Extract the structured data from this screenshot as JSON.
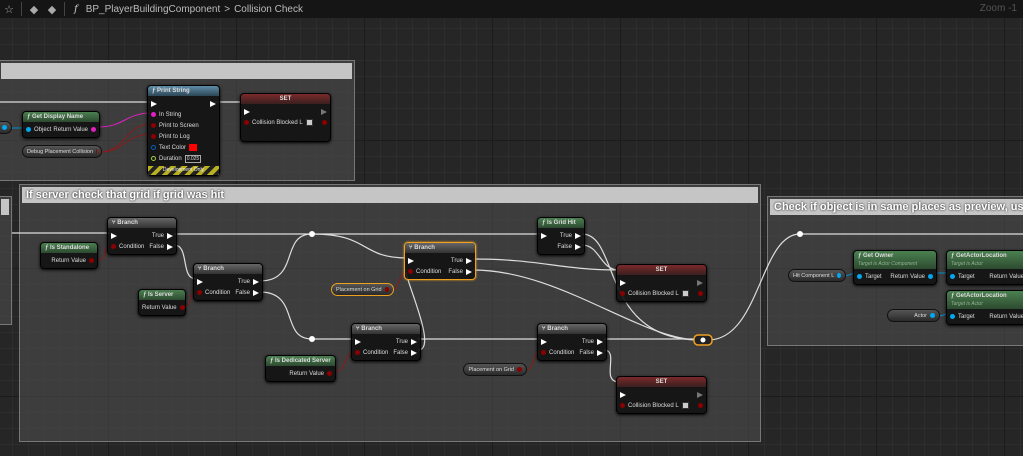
{
  "toolbar": {
    "breadcrumb_graph": "BP_PlayerBuildingComponent",
    "breadcrumb_sep": ">",
    "breadcrumb_function": "Collision Check",
    "zoom": "Zoom -1",
    "icons": [
      "star-icon",
      "back-arrow-icon",
      "forward-arrow-icon",
      "function-icon"
    ]
  },
  "comments": {
    "top": {
      "title": ""
    },
    "middle": {
      "title": "If server check that grid if grid was hit"
    },
    "left": {
      "title": ""
    },
    "right": {
      "title": "Check if object is in same places as preview, used to hi"
    }
  },
  "colors": {
    "exec": "#ffffff",
    "bool": "#8b0000",
    "string": "#e020c0",
    "object": "#00a8f0",
    "vector": "#f0c000",
    "float": "#9fd040",
    "struct": "#0060c0"
  },
  "nodes": [
    {
      "id": "print",
      "kind": "print",
      "title": "Print String",
      "inputs": [
        {
          "label": "",
          "pin": "exec"
        },
        {
          "label": "In String",
          "pin": "string"
        },
        {
          "label": "Print to Screen",
          "pin": "bool"
        },
        {
          "label": "Print to Log",
          "pin": "bool"
        },
        {
          "label": "Text Color",
          "pin": "struct",
          "extra": "swatch"
        },
        {
          "label": "Duration",
          "pin": "float",
          "extra": "0.025"
        }
      ],
      "outputs": [
        {
          "label": "",
          "pin": "exec"
        }
      ],
      "footer": "Development Only"
    },
    {
      "id": "set1",
      "kind": "set",
      "title": "SET",
      "inputs": [
        {
          "label": "",
          "pin": "exec"
        },
        {
          "label": "Collision Blocked L",
          "pin": "bool",
          "extra": "check"
        }
      ],
      "outputs": [
        {
          "label": "",
          "pin": "execo"
        },
        {
          "label": "",
          "pin": "bool"
        },
        {
          "label": "",
          "pin": "none"
        }
      ]
    },
    {
      "id": "gdn",
      "kind": "func",
      "title": "Get Display Name",
      "inputs": [
        {
          "label": "Object",
          "pin": "object"
        }
      ],
      "outputs": [
        {
          "label": "Return Value",
          "pin": "string"
        }
      ]
    },
    {
      "id": "br1",
      "kind": "branch",
      "title": "Branch",
      "inputs": [
        {
          "label": "",
          "pin": "exec"
        },
        {
          "label": "Condition",
          "pin": "bool"
        }
      ],
      "outputs": [
        {
          "label": "True",
          "pin": "exec"
        },
        {
          "label": "False",
          "pin": "exec"
        }
      ]
    },
    {
      "id": "isSA",
      "kind": "func",
      "title": "Is Standalone",
      "inputs": [],
      "outputs": [
        {
          "label": "Return Value",
          "pin": "bool"
        }
      ]
    },
    {
      "id": "br2",
      "kind": "branch",
      "title": "Branch",
      "inputs": [
        {
          "label": "",
          "pin": "exec"
        },
        {
          "label": "Condition",
          "pin": "bool"
        }
      ],
      "outputs": [
        {
          "label": "True",
          "pin": "exec"
        },
        {
          "label": "False",
          "pin": "exec"
        }
      ]
    },
    {
      "id": "isS",
      "kind": "func",
      "title": "Is Server",
      "inputs": [],
      "outputs": [
        {
          "label": "Return Value",
          "pin": "bool"
        }
      ]
    },
    {
      "id": "br3",
      "kind": "branch",
      "title": "Branch",
      "sel": true,
      "inputs": [
        {
          "label": "",
          "pin": "exec"
        },
        {
          "label": "Condition",
          "pin": "bool"
        }
      ],
      "outputs": [
        {
          "label": "True",
          "pin": "exec"
        },
        {
          "label": "False",
          "pin": "exec"
        }
      ]
    },
    {
      "id": "igh",
      "kind": "func",
      "title": "Is Grid Hit",
      "inputs": [
        {
          "label": "",
          "pin": "exec"
        }
      ],
      "outputs": [
        {
          "label": "True",
          "pin": "exec"
        },
        {
          "label": "False",
          "pin": "exec"
        }
      ]
    },
    {
      "id": "set2",
      "kind": "set",
      "title": "SET",
      "inputs": [
        {
          "label": "",
          "pin": "exec"
        },
        {
          "label": "Collision Blocked L",
          "pin": "bool",
          "extra": "check"
        }
      ],
      "outputs": [
        {
          "label": "",
          "pin": "execo"
        },
        {
          "label": "",
          "pin": "bool"
        }
      ]
    },
    {
      "id": "br4",
      "kind": "branch",
      "title": "Branch",
      "inputs": [
        {
          "label": "",
          "pin": "exec"
        },
        {
          "label": "Condition",
          "pin": "bool"
        }
      ],
      "outputs": [
        {
          "label": "True",
          "pin": "exec"
        },
        {
          "label": "False",
          "pin": "exec"
        }
      ]
    },
    {
      "id": "isDS",
      "kind": "func",
      "title": "Is Dedicated Server",
      "inputs": [],
      "outputs": [
        {
          "label": "Return Value",
          "pin": "bool"
        }
      ]
    },
    {
      "id": "br5",
      "kind": "branch",
      "title": "Branch",
      "inputs": [
        {
          "label": "",
          "pin": "exec"
        },
        {
          "label": "Condition",
          "pin": "bool"
        }
      ],
      "outputs": [
        {
          "label": "True",
          "pin": "exec"
        },
        {
          "label": "False",
          "pin": "exec"
        }
      ]
    },
    {
      "id": "set3",
      "kind": "set",
      "title": "SET",
      "inputs": [
        {
          "label": "",
          "pin": "exec"
        },
        {
          "label": "Collision Blocked L",
          "pin": "bool",
          "extra": "check"
        }
      ],
      "outputs": [
        {
          "label": "",
          "pin": "execo"
        },
        {
          "label": "",
          "pin": "bool"
        }
      ]
    },
    {
      "id": "gown",
      "kind": "func",
      "title": "Get Owner",
      "subtitle": "Target is Actor Component",
      "inputs": [
        {
          "label": "Target",
          "pin": "object"
        }
      ],
      "outputs": [
        {
          "label": "Return Value",
          "pin": "object"
        }
      ]
    },
    {
      "id": "gal1",
      "kind": "func",
      "title": "GetActorLocation",
      "subtitle": "Target is Actor",
      "inputs": [
        {
          "label": "Target",
          "pin": "object"
        }
      ],
      "outputs": [
        {
          "label": "Return Value",
          "pin": "vector"
        }
      ]
    },
    {
      "id": "gal2",
      "kind": "func",
      "title": "GetActorLocation",
      "subtitle": "Target is Actor",
      "inputs": [
        {
          "label": "Target",
          "pin": "object"
        }
      ],
      "outputs": [
        {
          "label": "Return Value",
          "pin": "vector"
        }
      ]
    }
  ],
  "variables": [
    {
      "id": "leftobj",
      "label": "",
      "pin": "object"
    },
    {
      "id": "dpc",
      "label": "Debug Placement Collision",
      "pin": "bool"
    },
    {
      "id": "pog1",
      "label": "Placement on Grid",
      "pin": "bool",
      "sel": true
    },
    {
      "id": "pog2",
      "label": "Placement on Grid",
      "pin": "bool"
    },
    {
      "id": "hcl",
      "label": "Hit Component L",
      "pin": "object"
    },
    {
      "id": "actor",
      "label": "Actor",
      "pin": "object"
    }
  ]
}
